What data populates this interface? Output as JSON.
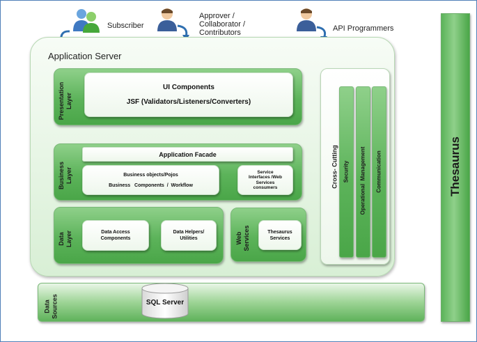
{
  "actors": {
    "subscriber": "Subscriber",
    "approver": [
      "Approver /",
      "Collaborator /",
      "Contributors"
    ],
    "api": "API Programmers"
  },
  "app_server": {
    "title": "Application Server"
  },
  "presentation": {
    "label": [
      "Presentation",
      "Layer"
    ],
    "ui_components": "UI Components",
    "jsf": "JSF (Validators/Listeners/Converters)"
  },
  "business": {
    "label": [
      "Business",
      "Layer"
    ],
    "facade": "Application Facade",
    "objects": "Business objects/Pojos",
    "components": "Business   Components  /  Workflow",
    "service": [
      "Service",
      "Interfaces /Web",
      "Services",
      "consumers"
    ]
  },
  "data_layer": {
    "label": [
      "Data",
      "Layer"
    ],
    "access": [
      "Data Access",
      "Components"
    ],
    "helpers": [
      "Data Helpers/",
      "Utilities"
    ]
  },
  "web_services": {
    "label": [
      "Web",
      "Services"
    ],
    "thesaurus_services": [
      "Thesaurus",
      "Services"
    ]
  },
  "cross_cutting": {
    "label": "Cross- Cutting",
    "items": [
      "Security",
      "Operational  Management",
      "Communication"
    ]
  },
  "data_sources": {
    "label": [
      "Data",
      "Sources"
    ],
    "db": "SQL Server"
  },
  "thesaurus": "Thesaurus"
}
